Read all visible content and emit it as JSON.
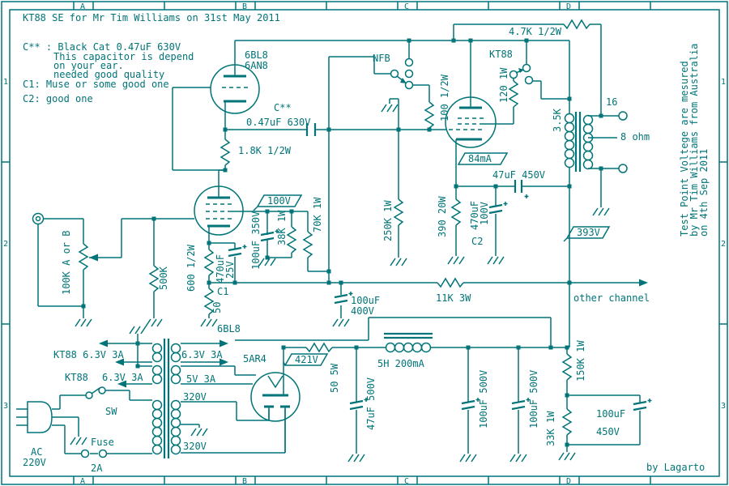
{
  "meta": {
    "ink_color": "#007478",
    "background": "#ffffff"
  },
  "header": {
    "title": "KT88 SE for Mr Tim Williams on 31st May 2011"
  },
  "notes": {
    "l1": "C** : Black Cat 0.47uF 630V",
    "l2": "This capacitor is depend",
    "l3": "on your ear.",
    "l4": "needed good quality",
    "l5": "C1: Muse or some good one",
    "l6": "C2: good one"
  },
  "side_note": {
    "l1": "Test Point Voltege are mesured",
    "l2": "by Mr Tim Williams from Australia",
    "l3": "on 4th Sep 2011"
  },
  "credit": "by Lagarto",
  "grid": {
    "a": "A",
    "b": "B",
    "c": "C",
    "d": "D",
    "n1": "1",
    "n2": "2",
    "n3": "3"
  },
  "labels": {
    "v1_name": "6BL8",
    "v1_name2": "6AN8",
    "cstar": "C**",
    "cstar_val": "0.47uF 630V",
    "r_plate1": "1.8K 1/2W",
    "pot": "100K A or B",
    "r_grid": "500K",
    "r_cath1": "600 1/2W",
    "c_cath1": "470uF",
    "c_cath1v": "25V",
    "c1": "C1",
    "r_cath2": "50",
    "v2_name": "6BL8",
    "flag_100v": "100V",
    "c_screen": "100uF 350V",
    "r_bleed": "38K 1W",
    "r_screen": "70K 1W",
    "nfb": "NFB",
    "r_nfb": "4.7K 1/2W",
    "r_gstop": "100 1/2W",
    "kt88": "KT88",
    "r_g2": "120 1W",
    "flag_84": "84mA",
    "c_ultra": "47uF 450V",
    "r_cath_kt": "390 20W",
    "c_cath_kt": "470uF",
    "c_cath_ktv": "100V",
    "c2": "C2",
    "r_feed": "250K 1W",
    "opt_z": "3.5K",
    "t16": "16",
    "t8": "8 ohm",
    "flag_393": "393V",
    "c_dec": "100uF",
    "c_decv": "400V",
    "r_drop": "11K 3W",
    "other": "other channel",
    "heater1": "KT88 6.3V 3A",
    "heater2a": "KT88",
    "heater2b": "6.3V 3A",
    "heater3": "6.3V 3A",
    "heater4": "5V 3A",
    "hv1": "320V",
    "hv2": "320V",
    "sw": "SW",
    "fuse": "Fuse",
    "fuse_a": "2A",
    "ac1": "AC",
    "ac2": "220V",
    "rect_name": "5AR4",
    "flag_421": "421V",
    "r_50": "50 5W",
    "choke": "5H 200mA",
    "c_f1": "47uF 500V",
    "c_f2": "100uF 500V",
    "c_f3": "100uF 500V",
    "r_150k": "150K 1W",
    "r_33k": "33K 1W",
    "c_bias": "100uF",
    "c_biasv": "450V"
  }
}
